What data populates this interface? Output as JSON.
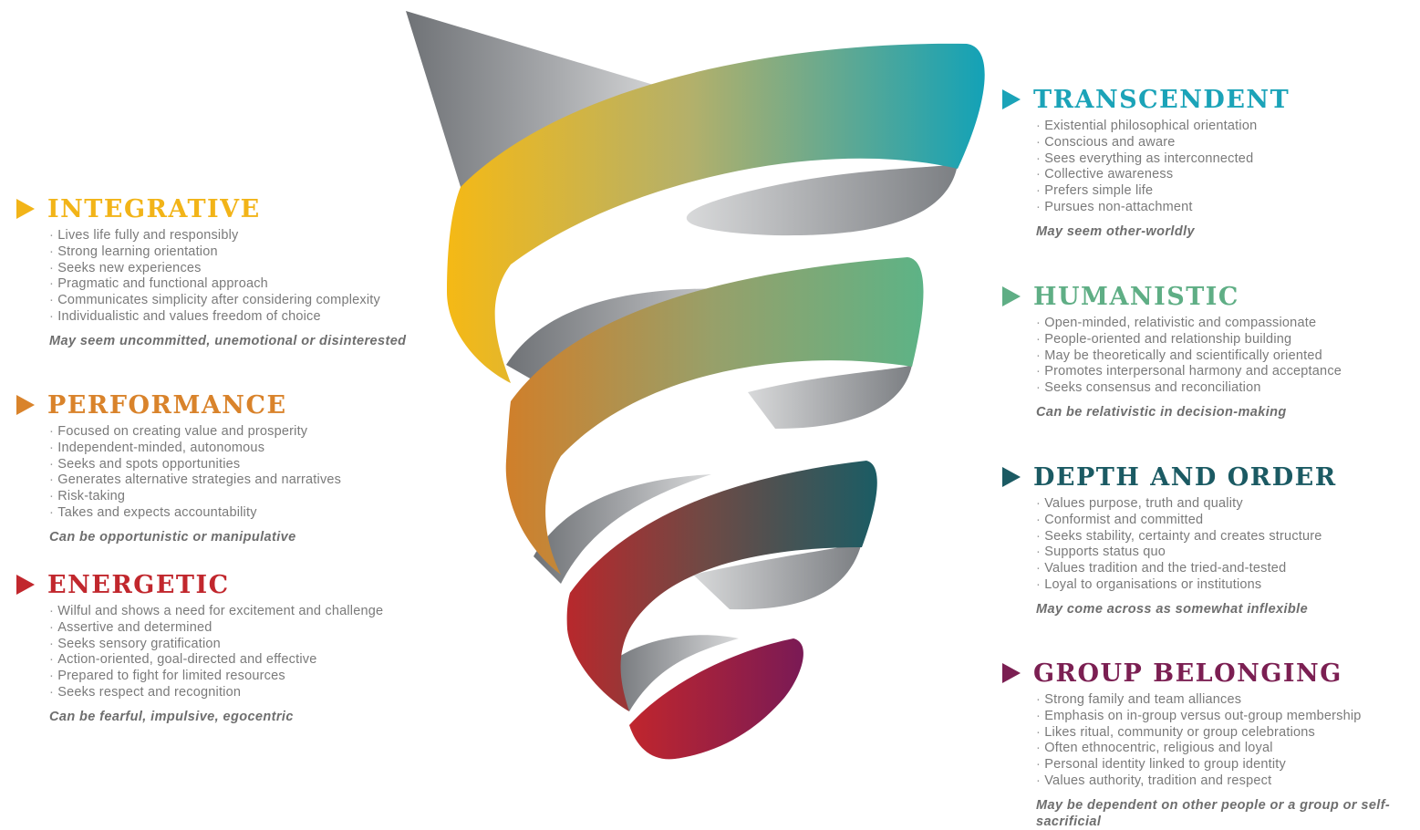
{
  "stages": [
    {
      "key": "integrative",
      "title": "INTEGRATIVE",
      "color": "#F2B418",
      "items": [
        "Lives life fully and responsibly",
        "Strong learning orientation",
        "Seeks new experiences",
        "Pragmatic and functional approach",
        "Communicates simplicity after considering complexity",
        "Individualistic and values freedom of choice"
      ],
      "caveat": "May seem uncommitted, unemotional or disinterested"
    },
    {
      "key": "performance",
      "title": "PERFORMANCE",
      "color": "#D9832B",
      "items": [
        "Focused on creating value and prosperity",
        "Independent-minded, autonomous",
        "Seeks and spots opportunities",
        "Generates alternative strategies and narratives",
        "Risk-taking",
        "Takes and expects accountability"
      ],
      "caveat": "Can be opportunistic or manipulative"
    },
    {
      "key": "energetic",
      "title": "ENERGETIC",
      "color": "#C1272D",
      "items": [
        "Wilful and shows a need for excitement and challenge",
        "Assertive and determined",
        "Seeks sensory gratification",
        "Action-oriented, goal-directed and effective",
        "Prepared to fight for limited resources",
        "Seeks respect and recognition"
      ],
      "caveat": "Can be fearful, impulsive, egocentric"
    },
    {
      "key": "transcendent",
      "title": "TRANSCENDENT",
      "color": "#1BA3B8",
      "items": [
        "Existential philosophical orientation",
        "Conscious and aware",
        "Sees everything as interconnected",
        "Collective awareness",
        "Prefers simple life",
        "Pursues non-attachment"
      ],
      "caveat": "May seem other-worldly"
    },
    {
      "key": "humanistic",
      "title": "HUMANISTIC",
      "color": "#5FAE85",
      "items": [
        "Open-minded, relativistic and compassionate",
        "People-oriented and relationship building",
        "May be theoretically and scientifically oriented",
        "Promotes interpersonal harmony and acceptance",
        "Seeks consensus and reconciliation"
      ],
      "caveat": "Can be relativistic in decision-making"
    },
    {
      "key": "depth_order",
      "title": "DEPTH AND ORDER",
      "color": "#1B5A63",
      "items": [
        "Values purpose, truth and quality",
        "Conformist and committed",
        "Seeks stability, certainty and creates structure",
        "Supports status quo",
        "Values tradition and the tried-and-tested",
        "Loyal to organisations or institutions"
      ],
      "caveat": "May come across as somewhat inflexible"
    },
    {
      "key": "group_belonging",
      "title": "GROUP BELONGING",
      "color": "#7B1F52",
      "items": [
        "Strong family and team alliances",
        "Emphasis on in-group versus out-group membership",
        "Likes ritual, community or group celebrations",
        "Often ethnocentric, religious and loyal",
        "Personal identity linked to group identity",
        "Values authority, tradition and respect"
      ],
      "caveat": "May be dependent on other people or a group or self-sacrificial"
    }
  ]
}
